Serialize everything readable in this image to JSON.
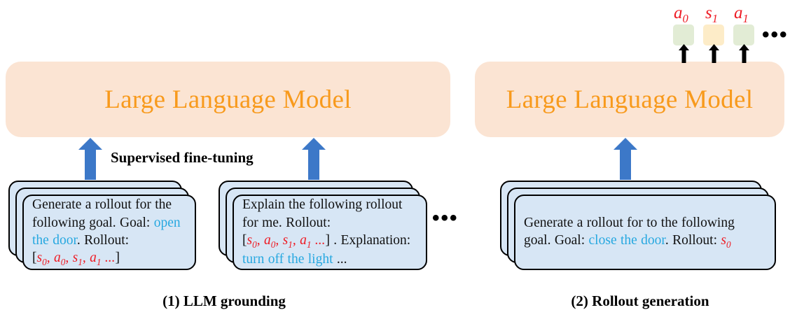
{
  "colors": {
    "llm_box_fill": "#fbe4d3",
    "llm_text": "#f89a1c",
    "card_fill": "#d7e6f5",
    "card_border": "#000000",
    "goal_text": "#27a8e0",
    "token_text": "#ee1c25",
    "arrow_blue": "#3c78c8",
    "arrow_black": "#000000",
    "token_box_green": "#e2ecd5",
    "token_box_yellow": "#fdecc8"
  },
  "panels": [
    {
      "id": "llm-grounding",
      "caption": "(1) LLM grounding",
      "model_label": "Large Language Model",
      "process_label": "Supervised fine-tuning",
      "ellipsis": "•••",
      "cards": [
        {
          "id": "card-generate-rollout",
          "lines": [
            {
              "segments": [
                {
                  "text": "Generate a rollout for the",
                  "style": "plain"
                }
              ]
            },
            {
              "segments": [
                {
                  "text": "following goal. Goal: ",
                  "style": "plain"
                },
                {
                  "text": "open",
                  "style": "goal"
                }
              ]
            },
            {
              "segments": [
                {
                  "text": "the door",
                  "style": "goal"
                },
                {
                  "text": ". Rollout:",
                  "style": "plain"
                }
              ]
            },
            {
              "segments": [
                {
                  "text": "[",
                  "style": "bracket"
                },
                {
                  "text": "s0, a0, s1, a1 ...",
                  "style": "tokens"
                },
                {
                  "text": "]",
                  "style": "bracket"
                }
              ]
            }
          ]
        },
        {
          "id": "card-explain-rollout",
          "lines": [
            {
              "segments": [
                {
                  "text": "Explain the following rollout",
                  "style": "plain"
                }
              ]
            },
            {
              "segments": [
                {
                  "text": "for me. Rollout:",
                  "style": "plain"
                }
              ]
            },
            {
              "segments": [
                {
                  "text": "[",
                  "style": "bracket"
                },
                {
                  "text": "s0, a0, s1, a1 ...",
                  "style": "tokens"
                },
                {
                  "text": "] . Explanation:",
                  "style": "plain"
                }
              ]
            },
            {
              "segments": [
                {
                  "text": "turn off the light",
                  "style": "goal"
                },
                {
                  "text": " ...",
                  "style": "plain"
                }
              ]
            }
          ]
        }
      ]
    },
    {
      "id": "rollout-generation",
      "caption": "(2) Rollout generation",
      "model_label": "Large Language Model",
      "ellipsis": "•••",
      "cards": [
        {
          "id": "card-generate-close-door",
          "lines": [
            {
              "segments": [
                {
                  "text": "Generate a rollout for to the following",
                  "style": "plain"
                }
              ]
            },
            {
              "segments": [
                {
                  "text": "goal. Goal: ",
                  "style": "plain"
                },
                {
                  "text": "close the door",
                  "style": "goal"
                },
                {
                  "text": ". Rollout: ",
                  "style": "plain"
                },
                {
                  "text": "s0",
                  "style": "tokens"
                }
              ]
            }
          ]
        }
      ],
      "output_tokens": [
        {
          "label_base": "a",
          "label_sub": "0",
          "box_color": "green"
        },
        {
          "label_base": "s",
          "label_sub": "1",
          "box_color": "yellow"
        },
        {
          "label_base": "a",
          "label_sub": "1",
          "box_color": "green"
        }
      ]
    }
  ]
}
